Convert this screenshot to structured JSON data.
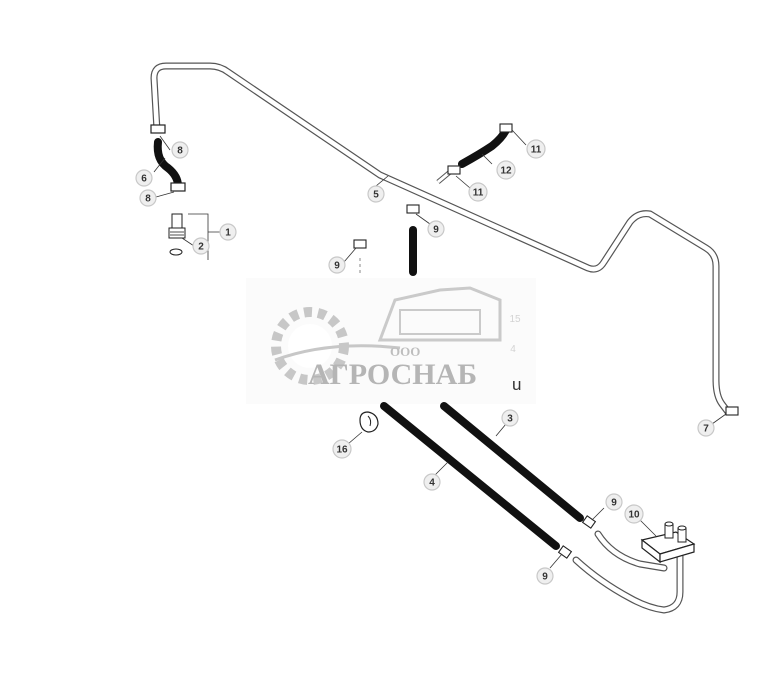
{
  "callouts": [
    {
      "label": "1"
    },
    {
      "label": "2"
    },
    {
      "label": "3"
    },
    {
      "label": "4"
    },
    {
      "label": "5"
    },
    {
      "label": "6"
    },
    {
      "label": "7"
    },
    {
      "label": "8"
    },
    {
      "label": "8"
    },
    {
      "label": "9"
    },
    {
      "label": "9"
    },
    {
      "label": "9"
    },
    {
      "label": "9"
    },
    {
      "label": "10"
    },
    {
      "label": "11"
    },
    {
      "label": "11"
    },
    {
      "label": "12"
    },
    {
      "label": "16"
    }
  ],
  "watermark": {
    "company_prefix": "ООО",
    "company_name": "АГРОСНАБ",
    "ghost_labels": [
      "15",
      "4"
    ],
    "suffix": "u"
  },
  "colors": {
    "hose": "#111111",
    "tube_outline": "#555555",
    "callout_fill": "#efefef",
    "watermark_gray": "#9a9a9a"
  }
}
